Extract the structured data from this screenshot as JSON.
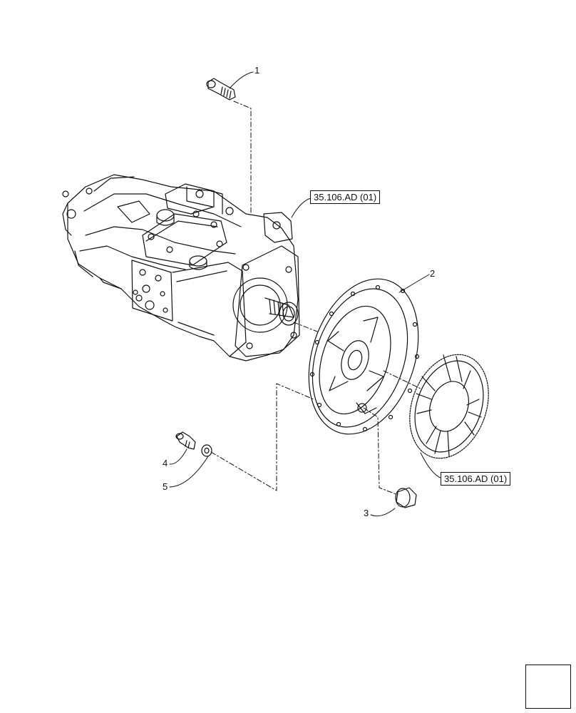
{
  "callouts": [
    {
      "id": "1",
      "label": "1"
    },
    {
      "id": "2",
      "label": "2"
    },
    {
      "id": "3",
      "label": "3"
    },
    {
      "id": "4",
      "label": "4"
    },
    {
      "id": "5",
      "label": "5"
    }
  ],
  "references": {
    "pump": "35.106.AD (01)",
    "damper": "35.106.AD (01)"
  },
  "icons": {
    "navigation": "arrow-navigation-icon"
  }
}
